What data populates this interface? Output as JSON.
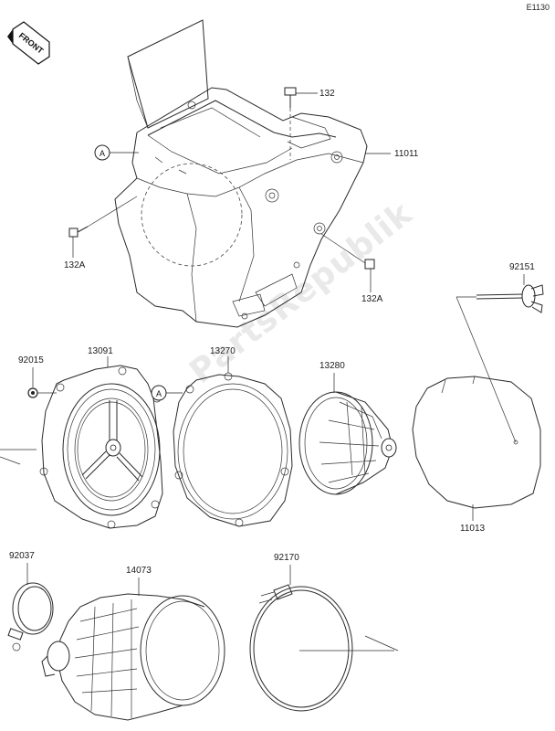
{
  "diagram_code": "E1130",
  "front_label": "FRONT",
  "watermark_text": "PartsRepublik",
  "ref_marker": "A",
  "parts": {
    "p132": "132",
    "p11011": "11011",
    "p132a_left": "132A",
    "p132a_right": "132A",
    "p92151": "92151",
    "p92015": "92015",
    "p13091": "13091",
    "p13270": "13270",
    "p13280": "13280",
    "p11013": "11013",
    "p92037": "92037",
    "p14073": "14073",
    "p92170": "92170"
  }
}
